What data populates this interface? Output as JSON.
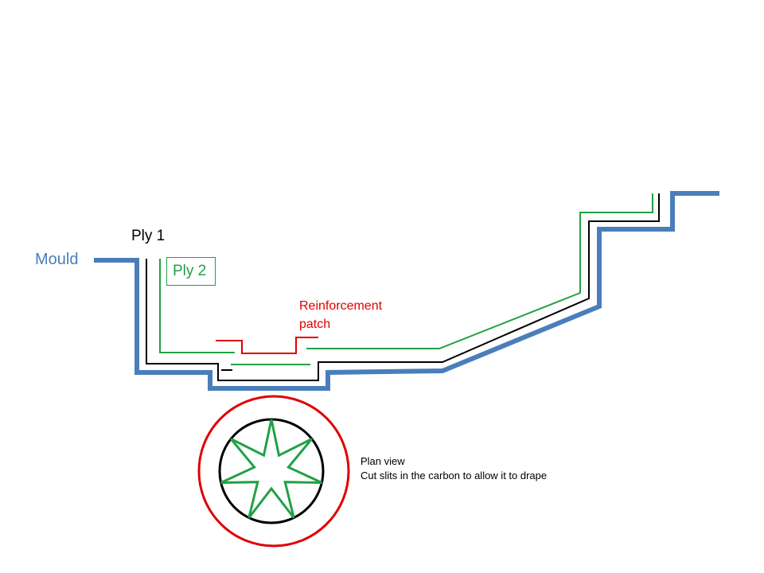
{
  "colors": {
    "mould": "#4a7ebb",
    "ply1": "#000000",
    "ply2": "#22a046",
    "reinforcement": "#e00000",
    "background": "#ffffff"
  },
  "labels": {
    "mould": "Mould",
    "ply1": "Ply 1",
    "ply2": "Ply 2",
    "reinforcement_line1": "Reinforcement",
    "reinforcement_line2": "patch",
    "plan_view_line1": "Plan view",
    "plan_view_line2": "Cut slits in the carbon to allow it to drape"
  },
  "plan_view": {
    "star_points": 7
  }
}
